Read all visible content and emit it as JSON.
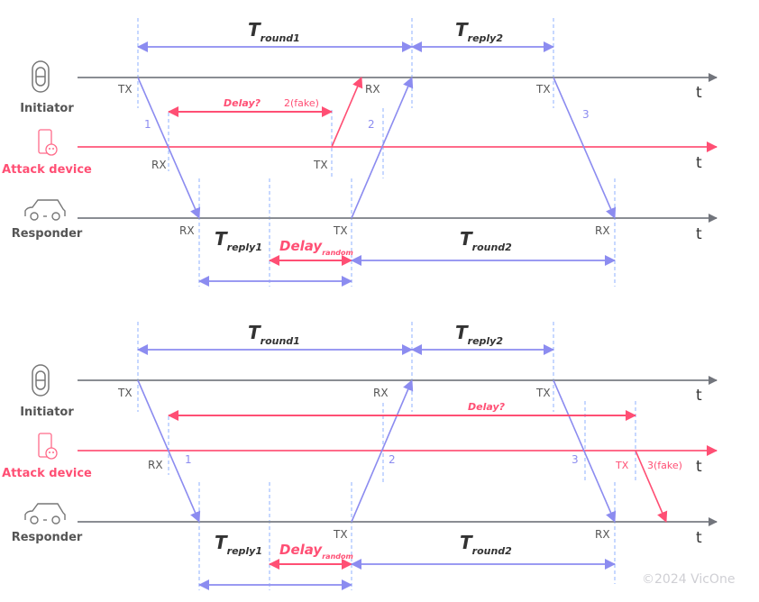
{
  "devices": {
    "initiator": "Initiator",
    "attacker": "Attack device",
    "responder": "Responder"
  },
  "time_label": "t",
  "tx": "TX",
  "rx": "RX",
  "t_symbol": "T",
  "delay_word": "Delay",
  "subs": {
    "round1": "round1",
    "reply2": "reply2",
    "reply1": "reply1",
    "round2": "round2",
    "random": "random"
  },
  "messages": {
    "m1": "1",
    "m2": "2",
    "m3": "3"
  },
  "top": {
    "delay_q": "Delay?",
    "fake": "2(fake)"
  },
  "bottom": {
    "delay_q": "Delay?",
    "fake": "3(fake)"
  },
  "copyright": "©2024 VicOne",
  "colors": {
    "attack": "#ff4f74",
    "message": "#8c8cf0",
    "axis": "#8a8d93"
  }
}
